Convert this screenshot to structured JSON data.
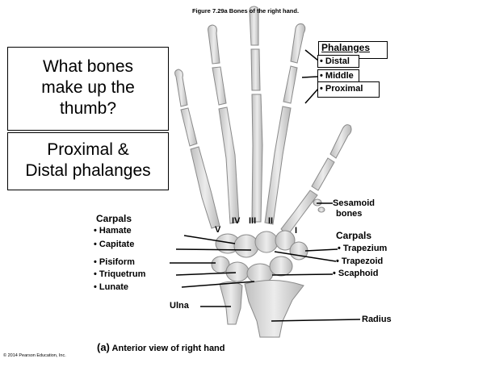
{
  "figure_title": "Figure 7.29a Bones of the right hand.",
  "question": {
    "line1": "What bones",
    "line2": "make up the",
    "line3": "thumb?"
  },
  "answer": {
    "line1": "Proximal &",
    "line2": "Distal phalanges"
  },
  "phalanges": {
    "heading": "Phalanges",
    "distal": "Distal",
    "middle": "Middle",
    "proximal": "Proximal"
  },
  "carpals_left": {
    "heading": "Carpals",
    "items": [
      "Hamate",
      "Capitate",
      "Pisiform",
      "Triquetrum",
      "Lunate"
    ]
  },
  "carpals_right": {
    "heading": "Carpals",
    "items": [
      "Trapezium",
      "Trapezoid",
      "Scaphoid"
    ]
  },
  "metacarpal_numerals": [
    "V",
    "IV",
    "III",
    "II",
    "I"
  ],
  "sesamoid": {
    "line1": "Sesamoid",
    "line2": "bones"
  },
  "ulna": "Ulna",
  "radius": "Radius",
  "caption": {
    "prefix": "(a)",
    "text": "Anterior view of right hand"
  },
  "copyright": "© 2014 Pearson Education, Inc."
}
